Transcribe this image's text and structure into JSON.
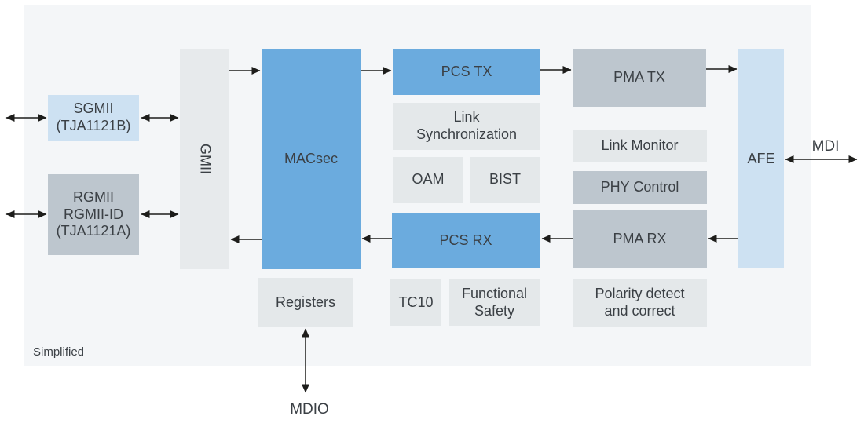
{
  "diagram": {
    "title_note": "Simplified",
    "colors": {
      "blue": "#6babde",
      "light_blue": "#cde1f2",
      "gray": "#bdc6ce",
      "light_gray": "#e4e8ea",
      "lighter_gray": "#e7eaec",
      "panel_bg": "#f4f6f8",
      "arrow": "#1d1d1b",
      "text": "#3b4045"
    },
    "blocks": {
      "sgmii": {
        "label": "SGMII\n(TJA1121B)"
      },
      "rgmii": {
        "label": "RGMII\nRGMII-ID\n(TJA1121A)"
      },
      "gmii": {
        "label": "GMII"
      },
      "macsec": {
        "label": "MACsec"
      },
      "pcs_tx": {
        "label": "PCS TX"
      },
      "link_sync": {
        "label": "Link\nSynchronization"
      },
      "oam": {
        "label": "OAM"
      },
      "bist": {
        "label": "BIST"
      },
      "pcs_rx": {
        "label": "PCS RX"
      },
      "registers": {
        "label": "Registers"
      },
      "tc10": {
        "label": "TC10"
      },
      "functional_safety": {
        "label": "Functional\nSafety"
      },
      "pma_tx": {
        "label": "PMA TX"
      },
      "link_monitor": {
        "label": "Link Monitor"
      },
      "phy_control": {
        "label": "PHY Control"
      },
      "pma_rx": {
        "label": "PMA RX"
      },
      "polarity": {
        "label": "Polarity detect\nand correct"
      },
      "afe": {
        "label": "AFE"
      }
    },
    "ports": {
      "mdi": "MDI",
      "mdio": "MDIO"
    }
  }
}
